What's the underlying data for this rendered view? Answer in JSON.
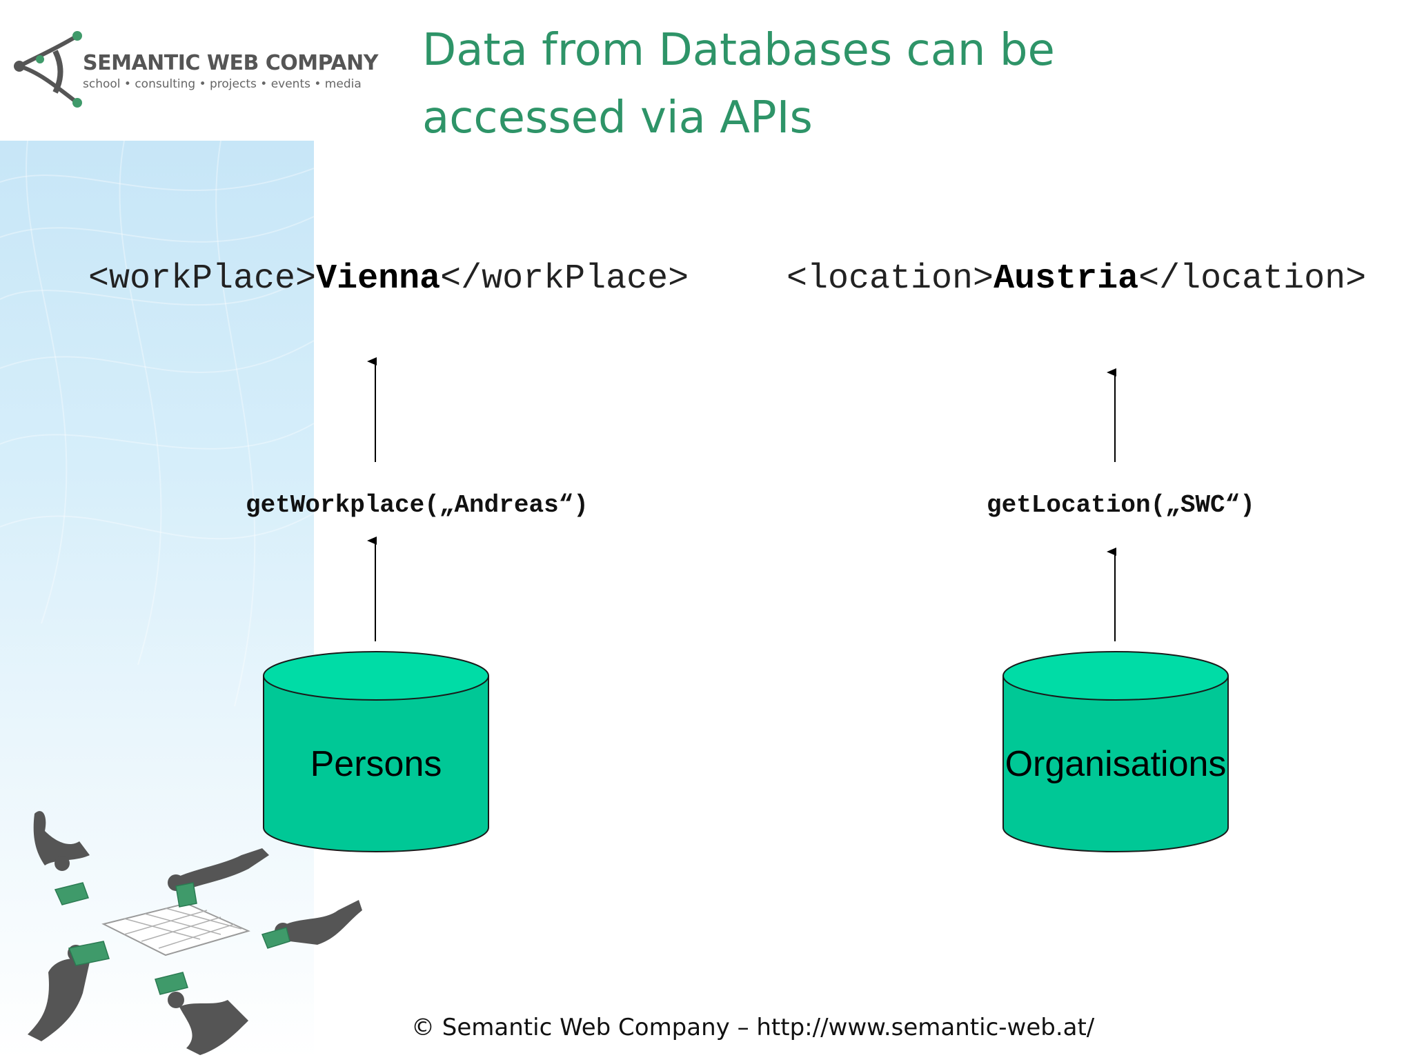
{
  "logo": {
    "name": "SEMANTIC WEB COMPANY",
    "tagline": "school • consulting • projects • events • media"
  },
  "title": {
    "line1": "Data from Databases can be",
    "line2": "accessed via APIs"
  },
  "left": {
    "xml_open": "<workPlace>",
    "xml_value": "Vienna",
    "xml_close": "</workPlace>",
    "api_call": "getWorkplace(„Andreas“)",
    "database": "Persons"
  },
  "right": {
    "xml_open": "<location>",
    "xml_value": "Austria",
    "xml_close": "</location>",
    "api_call": "getLocation(„SWC“)",
    "database": "Organisations"
  },
  "footer": "© Semantic Web Company – http://www.semantic-web.at/",
  "colors": {
    "title": "#2e9468",
    "database_fill": "#00c896",
    "database_top": "#00dca6",
    "puzzle": "#3f9a6a",
    "figure": "#555555"
  }
}
